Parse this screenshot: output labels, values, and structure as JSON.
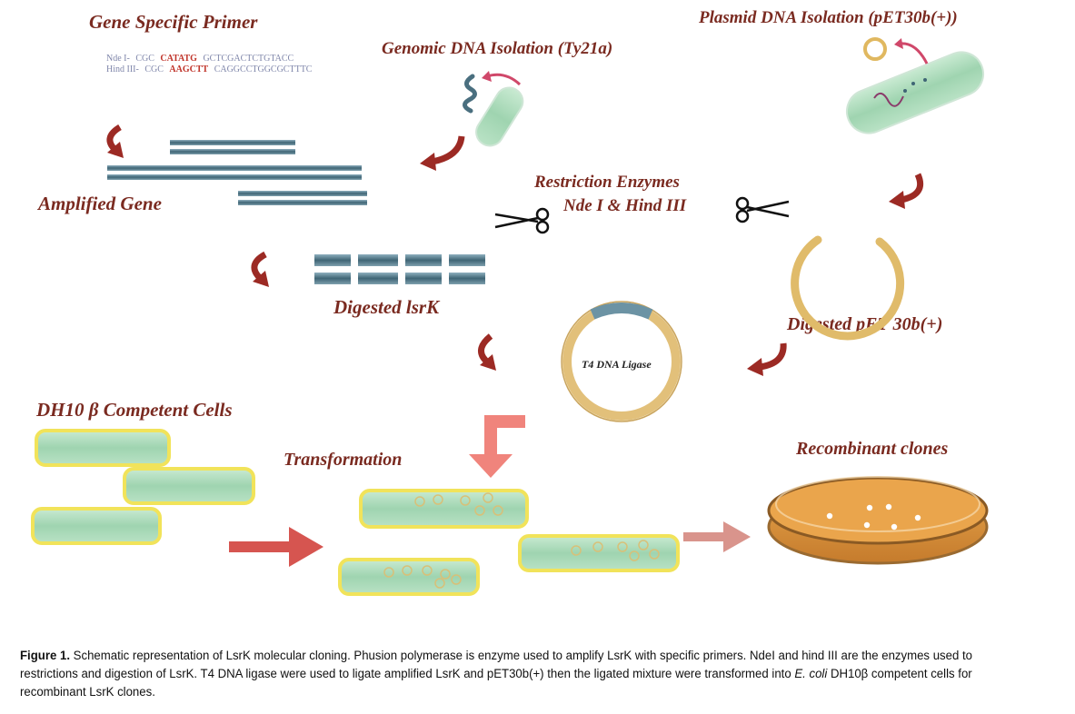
{
  "labels": {
    "gene_primer": "Gene Specific Primer",
    "genomic": "Genomic DNA Isolation (Ty21a)",
    "plasmid": "Plasmid DNA Isolation (pET30b(+))",
    "amplified": "Amplified  Gene",
    "restriction": "Restriction Enzymes",
    "enzymes": "Nde I & Hind III",
    "digested_lsrk": "Digested lsrK",
    "digested_pet": "Digested pET 30b(+)",
    "ligase": "T4 DNA Ligase",
    "competent": "DH10 β  Competent Cells",
    "transformation": "Transformation",
    "recombinant": "Recombinant clones"
  },
  "primers": {
    "nde": {
      "name": "Nde I-",
      "prefix": "CGC",
      "site": "CATATG",
      "rest": "GCTCGACTCTGTACC"
    },
    "hind": {
      "name": "Hind III-",
      "prefix": "CGC",
      "site": "AAGCTT",
      "rest": "CAGGCCTGGCGCTTTC"
    }
  },
  "caption": {
    "figure_label": "Figure 1.",
    "part1": " Schematic representation of LsrK  molecular cloning. Phusion polymerase is enzyme used to amplify LsrK with specific primers. NdeI and hind III are the enzymes used to restrictions and digestion of LsrK. T4 DNA ligase were used to ligate amplified LsrK and pET30b(+)  then the ligated mixture were transformed into ",
    "organism": "E. coli",
    "part2": " DH10β competent cells for recombinant LsrK clones."
  },
  "colors": {
    "label": "#7a2a20",
    "arrow": "#9c2a24",
    "cell_fill": "#a9d8b8",
    "cell_border": "#f1e35a",
    "dna": "#4a6f7f",
    "plasmid": "#e8c77a",
    "petri": "#d8923a"
  }
}
